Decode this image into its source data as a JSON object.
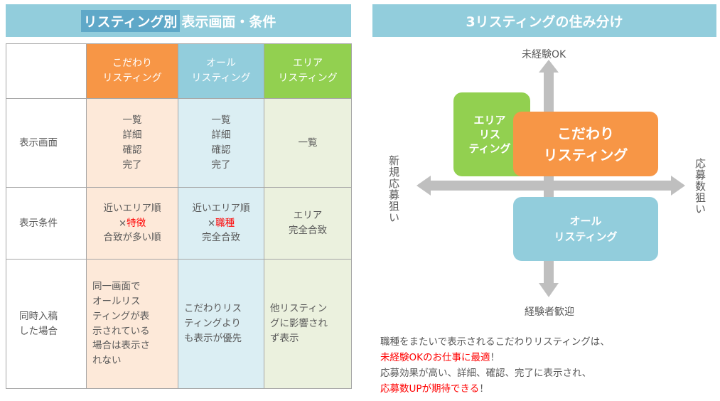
{
  "left_panel": {
    "title_highlight": "リスティング別",
    "title_rest": "表示画面・条件",
    "table": {
      "headers": [
        [
          "こだわり",
          "リスティング"
        ],
        [
          "オール",
          "リスティング"
        ],
        [
          "エリア",
          "リスティング"
        ]
      ],
      "rows": [
        {
          "label": "表示画面",
          "cells": [
            [
              "一覧",
              "詳細",
              "確認",
              "完了"
            ],
            [
              "一覧",
              "詳細",
              "確認",
              "完了"
            ],
            [
              "一覧"
            ]
          ]
        },
        {
          "label": "表示条件",
          "cells": [
            {
              "line1": "近いエリア順",
              "prefix": "×",
              "red": "特徴",
              "line3": "合致が多い順"
            },
            {
              "line1": "近いエリア順",
              "prefix": "×",
              "red": "職種",
              "line3": "完全合致"
            },
            {
              "line1": "エリア",
              "line2": "完全合致"
            }
          ]
        },
        {
          "label": [
            "同時入稿",
            "した場合"
          ],
          "cells": [
            [
              "同一画面で",
              "オールリス",
              "ティングが表",
              "示されている",
              "場合は表示さ",
              "れない"
            ],
            [
              "こだわりリス",
              "ティングより",
              "も表示が優先"
            ],
            [
              "他リスティン",
              "グに影響され",
              "ず表示"
            ]
          ]
        }
      ]
    }
  },
  "right_panel": {
    "title": "3リスティングの住み分け",
    "axis": {
      "top": "未経験OK",
      "bottom": "経験者歓迎",
      "left": "新規応募狙い",
      "right": "応募数狙い"
    },
    "boxes": {
      "area": [
        "エリア",
        "リス",
        "ティング"
      ],
      "kodawari": [
        "こだわり",
        "リスティング"
      ],
      "all": [
        "オール",
        "リスティング"
      ]
    },
    "notes": {
      "line1": "職種をまたいで表示されるこだわりリスティングは、",
      "line2_red": "未経験OKのお仕事に最適",
      "line2_tail": "！",
      "line3": "応募効果が高い、詳細、確認、完了に表示され、",
      "line4_red": "応募数UPが期待できる",
      "line4_tail": "！"
    }
  },
  "colors": {
    "banner": "#92cddc",
    "kodawari": "#f79646",
    "all": "#92cddc",
    "area": "#92d050",
    "axis": "#bfbfbf",
    "emphasis": "#ff0000"
  }
}
